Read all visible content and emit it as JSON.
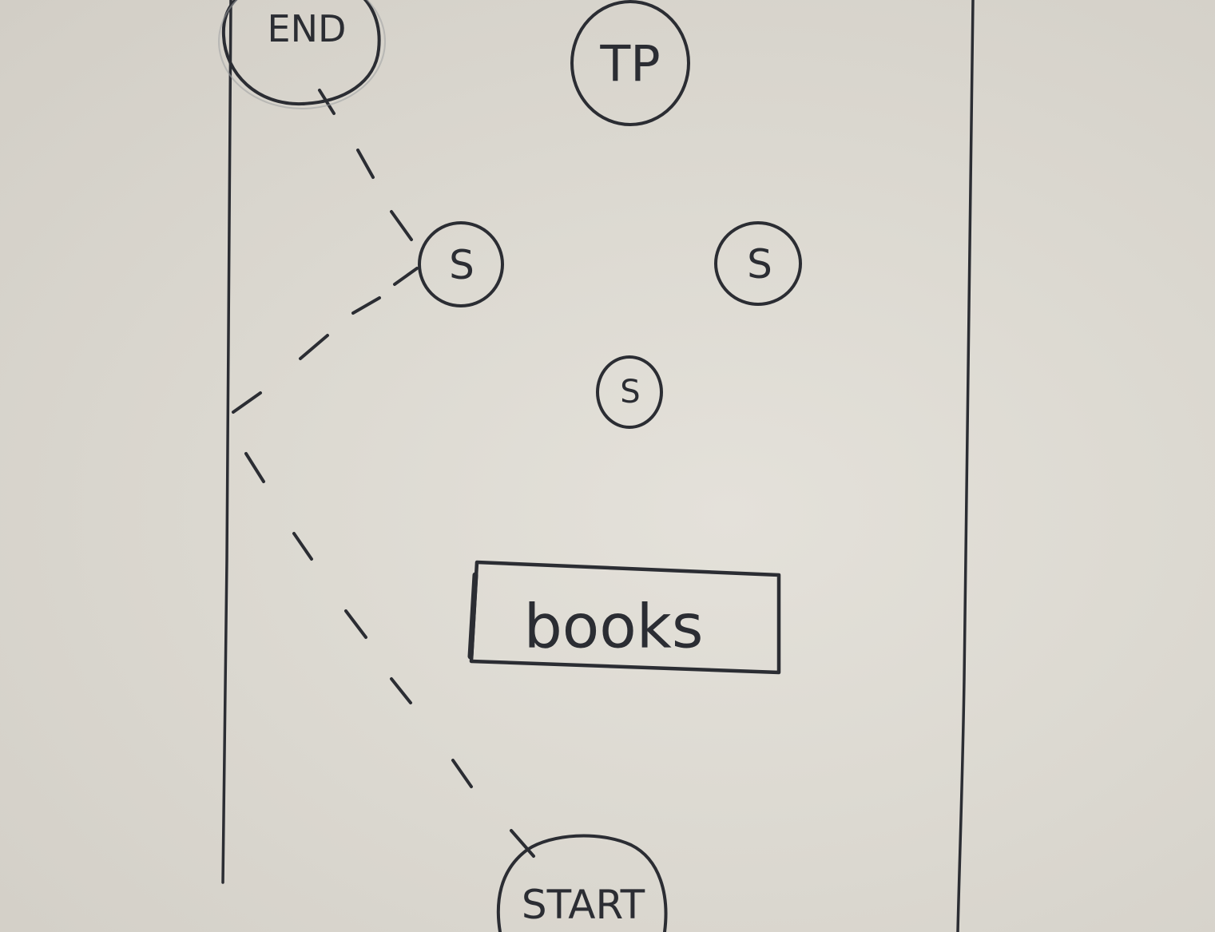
{
  "nodes": {
    "end": {
      "label": "END"
    },
    "tp": {
      "label": "TP"
    },
    "s1": {
      "label": "S"
    },
    "s2": {
      "label": "S"
    },
    "s3": {
      "label": "S"
    },
    "books": {
      "label": "books"
    },
    "start": {
      "label": "START"
    }
  },
  "colors": {
    "paper": "#dcd9d1",
    "ink": "#2b2d33"
  }
}
